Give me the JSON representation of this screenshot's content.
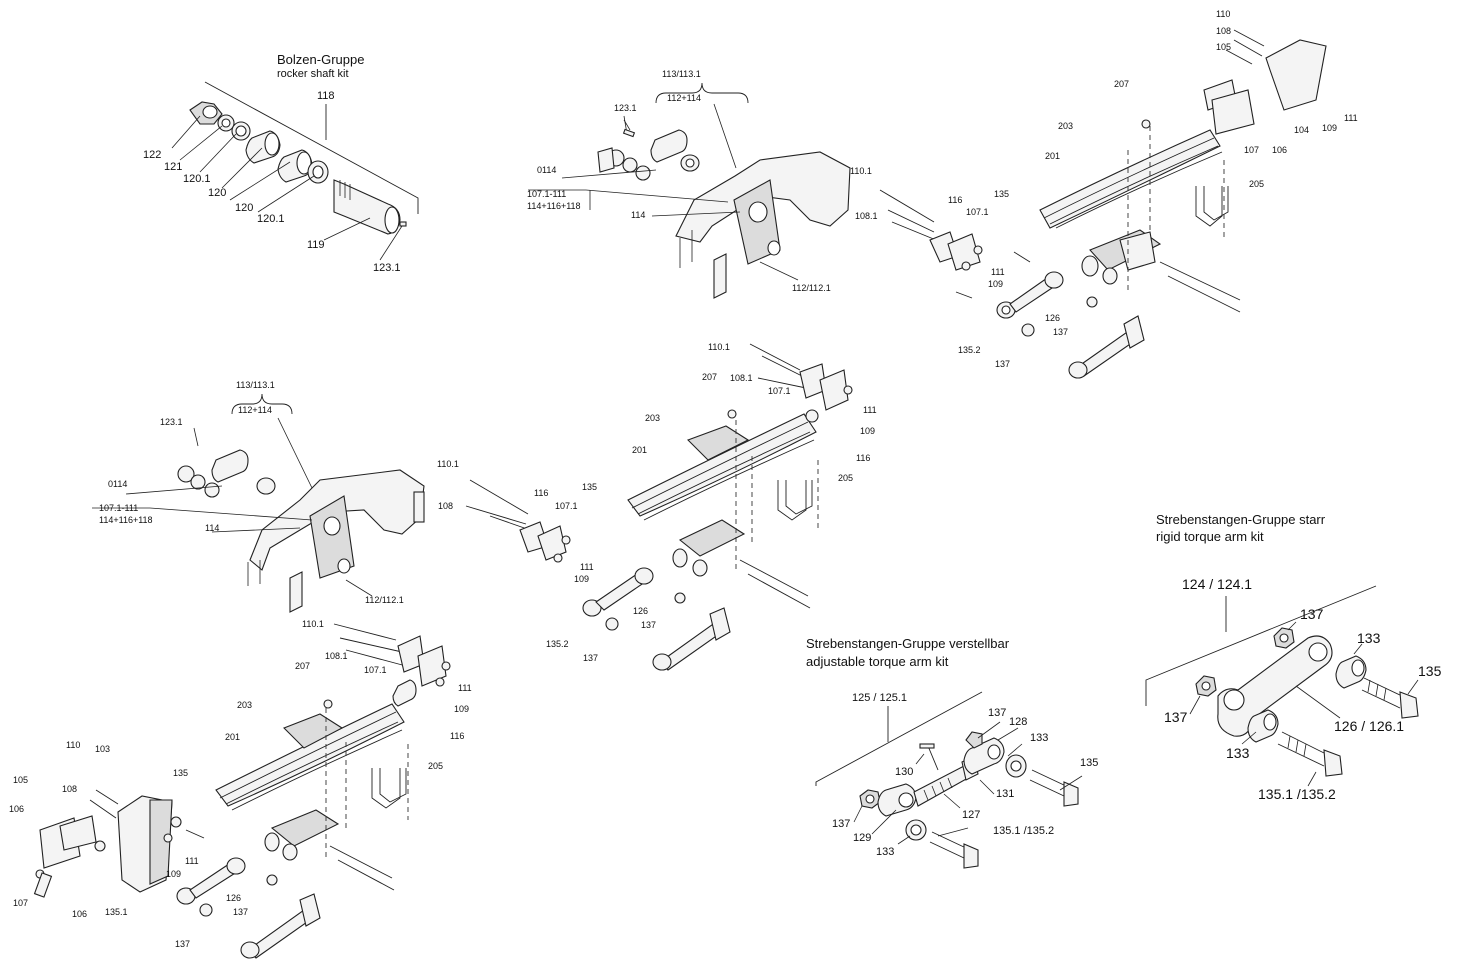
{
  "kits": {
    "rocker_shaft": {
      "title_de": "Bolzen-Gruppe",
      "title_en": "rocker shaft kit",
      "kit_no": "118",
      "parts": {
        "p122": "122",
        "p121": "121",
        "p120_1a": "120.1",
        "p120a": "120",
        "p120b": "120",
        "p120_1b": "120.1",
        "p119": "119",
        "p123_1": "123.1"
      }
    },
    "rigid_torque_arm": {
      "title_de": "Strebenstangen-Gruppe starr",
      "title_en": "rigid torque arm kit",
      "kit_no": "124 / 124.1",
      "parts": {
        "p137a": "137",
        "p133a": "133",
        "p135": "135",
        "p137b": "137",
        "p133b": "133",
        "p126": "126 / 126.1",
        "p135_1": "135.1 /135.2"
      }
    },
    "adjustable_torque_arm": {
      "title_de": "Strebenstangen-Gruppe verstellbar",
      "title_en": "adjustable torque arm kit",
      "kit_no": "125 / 125.1",
      "parts": {
        "p137a": "137",
        "p128": "128",
        "p133a": "133",
        "p135": "135",
        "p130": "130",
        "p131": "131",
        "p127": "127",
        "p137b": "137",
        "p129": "129",
        "p133b": "133",
        "p135_1": "135.1 /135.2"
      }
    }
  },
  "assy_top": {
    "a113": "113/113.1",
    "a112": "112+114",
    "a123": "123.1",
    "a0114": "0114",
    "a107": "107.1-111",
    "a114s": "114+116+118",
    "a114": "114",
    "a112b": "112/112.1",
    "b110": "110.1",
    "b108": "108.1",
    "b116": "116",
    "b107": "107.1",
    "b111": "111",
    "b109": "109",
    "b135": "135",
    "b135_2": "135.2",
    "b126": "126",
    "b137a": "137",
    "b137b": "137",
    "c207": "207",
    "c203": "203",
    "c201": "201",
    "c205": "205",
    "d110": "110",
    "d108": "108",
    "d105": "105",
    "d107": "107",
    "d106": "106",
    "d104": "104",
    "d109": "109",
    "d111": "111"
  },
  "assy_mid": {
    "a113": "113/113.1",
    "a112": "112+114",
    "a123": "123.1",
    "a0114": "0114",
    "a107": "107.1-111",
    "a114s": "114+116+118",
    "a114": "114",
    "a112b": "112/112.1",
    "b110": "110.1",
    "b108": "108",
    "b116": "116",
    "b107": "107.1",
    "b111": "111",
    "b109": "109",
    "b135": "135",
    "b135_2": "135.2",
    "b126": "126",
    "b137a": "137",
    "b137b": "137",
    "c110": "110.1",
    "c108": "108.1",
    "c207": "207",
    "c107": "107.1",
    "c111": "111",
    "c109": "109",
    "c116": "116",
    "c203": "203",
    "c201": "201",
    "c205": "205"
  },
  "assy_bot": {
    "c110": "110.1",
    "c108": "108.1",
    "c207": "207",
    "c107": "107.1",
    "c111": "111",
    "c109": "109",
    "c116": "116",
    "c203": "203",
    "c201": "201",
    "c205": "205",
    "d110": "110",
    "d103": "103",
    "d105": "105",
    "d108": "108",
    "d106a": "106",
    "d107": "107",
    "d106b": "106",
    "d135_1": "135.1",
    "d135": "135",
    "d111": "111",
    "d109": "109",
    "d126": "126",
    "d137a": "137",
    "d137b": "137"
  }
}
